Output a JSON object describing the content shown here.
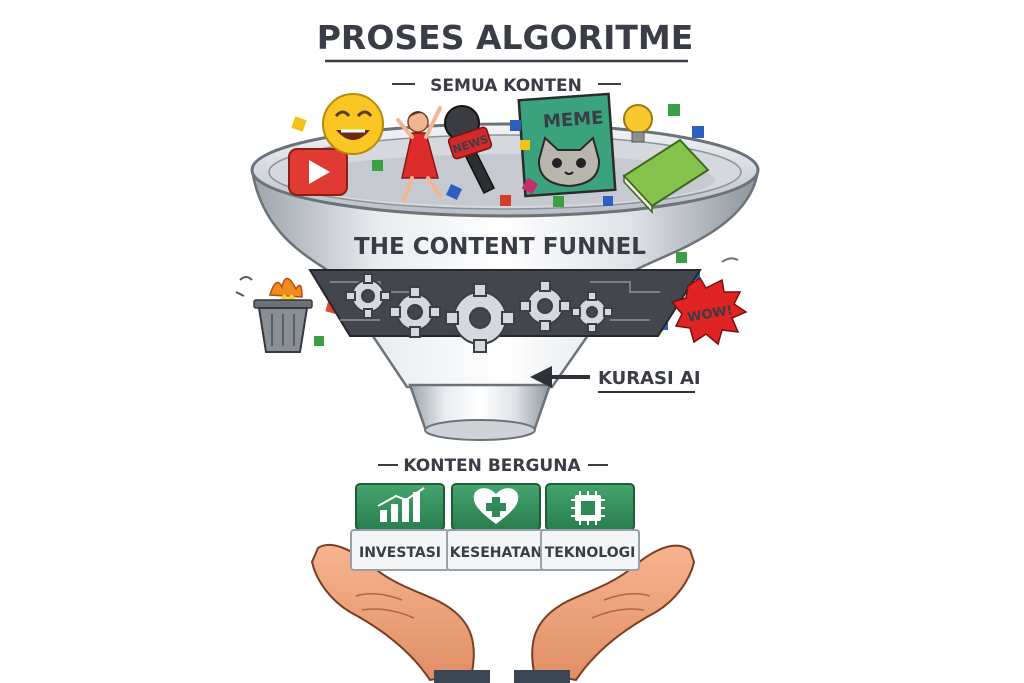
{
  "title": "PROSES ALGORITME",
  "top_label": "SEMUA KONTEN",
  "funnel_label": "THE CONTENT FUNNEL",
  "curation_label": "KURASI AI",
  "bottom_label": "KONTEN BERGUNA",
  "meme_label": "MEME",
  "news_label": "NEWS",
  "wow_label": "WOW!",
  "categories": [
    {
      "label": "INVESTASI",
      "icon": "bar-chart-icon"
    },
    {
      "label": "KESEHATAN",
      "icon": "heart-plus-icon"
    },
    {
      "label": "TEKNOLOGI",
      "icon": "chip-icon"
    }
  ],
  "colors": {
    "accent_green": "#2e8b57",
    "text_dark": "#3a3d45",
    "red": "#d92b2b"
  }
}
